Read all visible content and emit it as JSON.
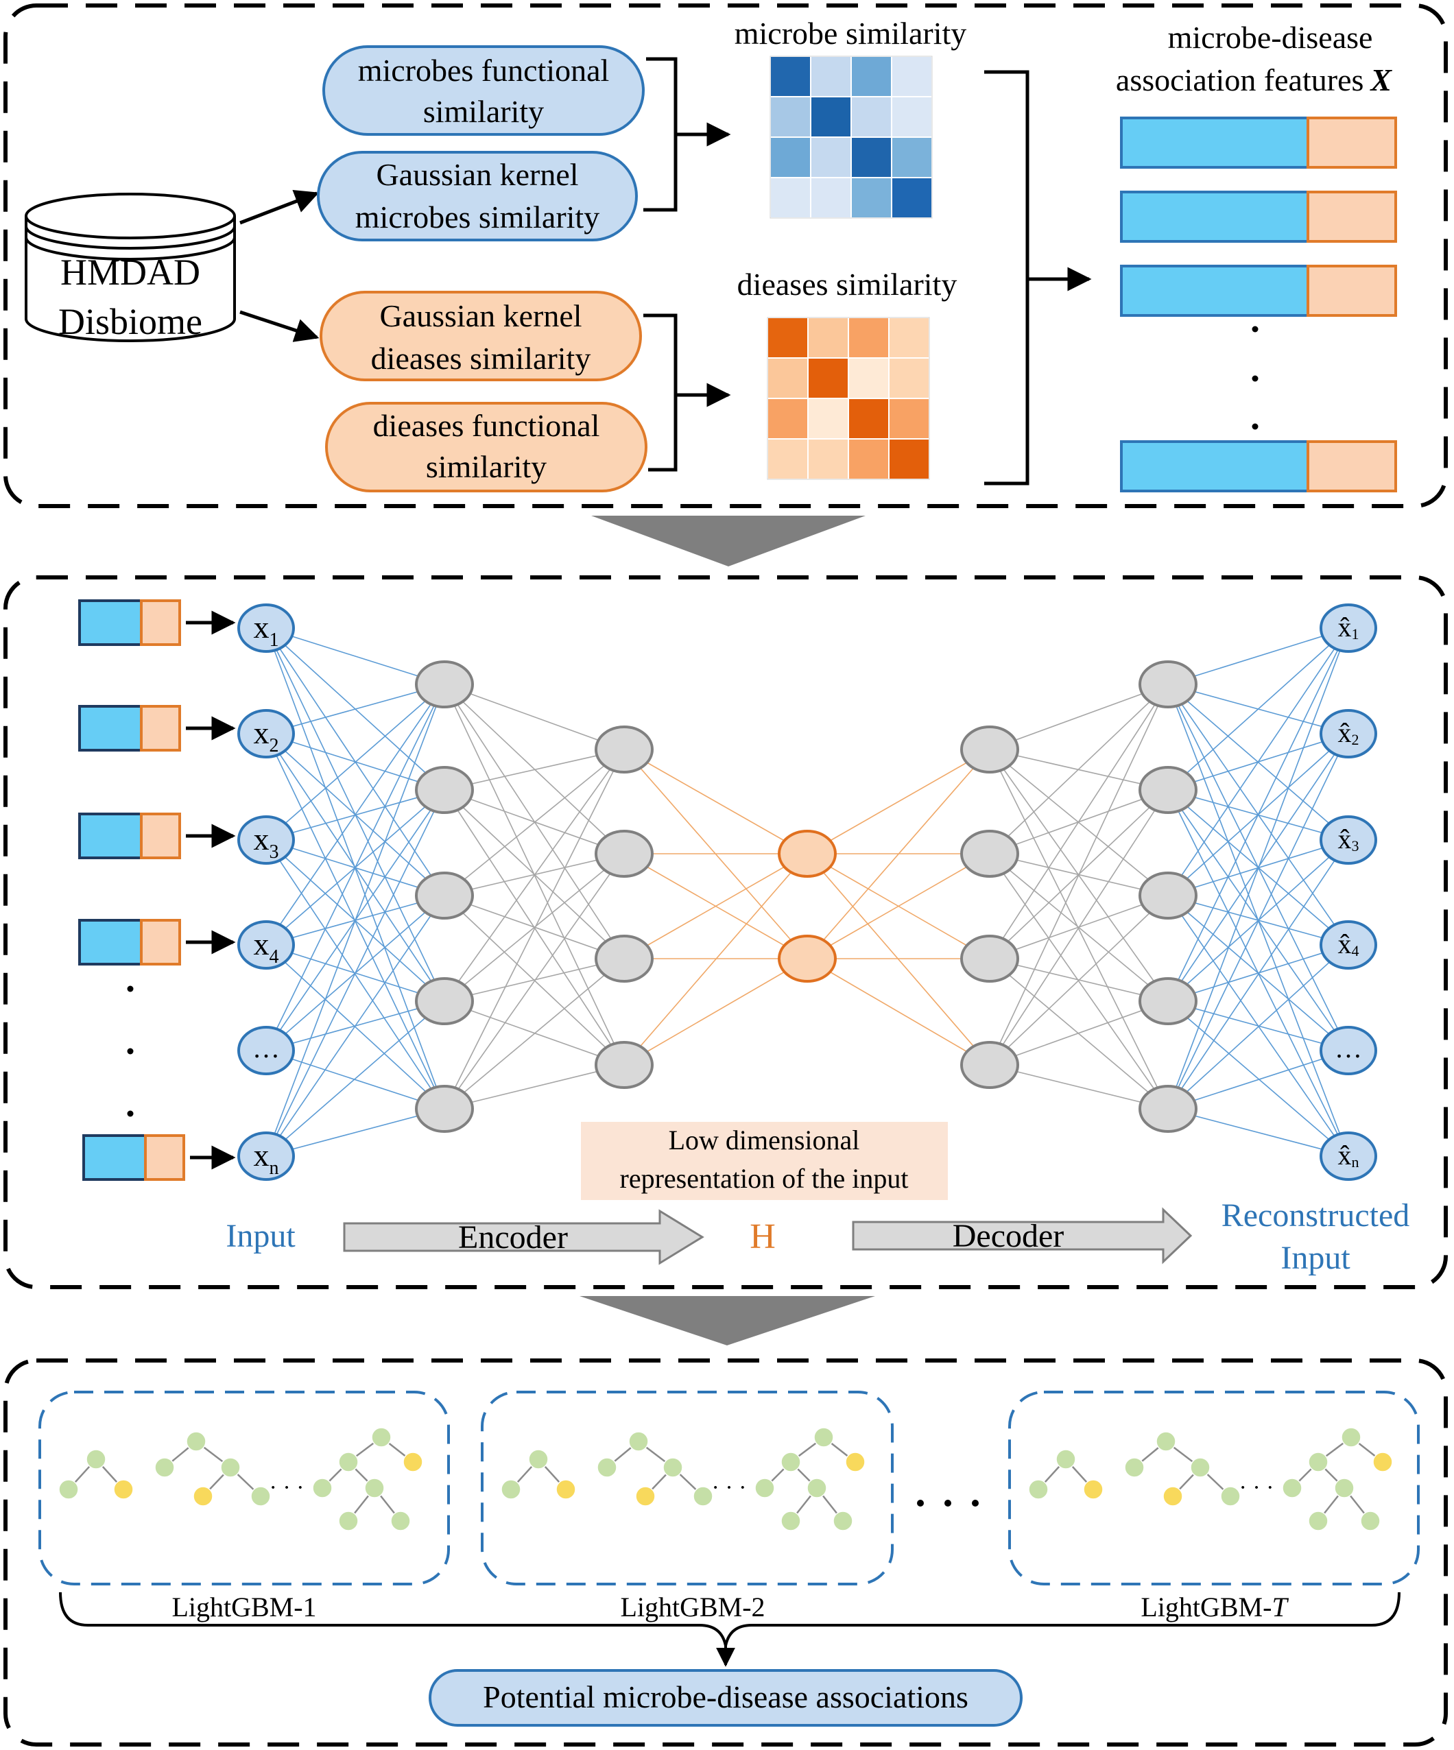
{
  "panel1": {
    "sources": [
      "HMDAD",
      "Disbiome"
    ],
    "microbe_inputs": [
      [
        "microbes functional",
        "similarity"
      ],
      [
        "Gaussian kernel",
        "microbes similarity"
      ]
    ],
    "disease_inputs": [
      [
        "Gaussian kernel",
        "dieases similarity"
      ],
      [
        "dieases functional",
        "similarity"
      ]
    ],
    "microbe_matrix_title": "microbe similarity",
    "disease_matrix_title": "dieases similarity",
    "features_title": [
      "microbe-disease",
      "association features"
    ],
    "features_symbol": "X",
    "microbe_matrix_colors": [
      [
        "#2167ae",
        "#c5d9ef",
        "#6ea9d6",
        "#dae6f5"
      ],
      [
        "#a7c8e6",
        "#1c63aa",
        "#c5d9ef",
        "#dbe7f5"
      ],
      [
        "#6ea9d6",
        "#c5d9ef",
        "#1f65ac",
        "#7bb2da"
      ],
      [
        "#dbe7f5",
        "#dae6f5",
        "#7bb2da",
        "#1f67b2"
      ]
    ],
    "disease_matrix_colors": [
      [
        "#e5650f",
        "#fbc79a",
        "#f8a264",
        "#fdd6b2"
      ],
      [
        "#fbc79a",
        "#e35f0b",
        "#feead6",
        "#fdd6b2"
      ],
      [
        "#f8a264",
        "#feead6",
        "#e35f0b",
        "#f8a264"
      ],
      [
        "#fdd6b2",
        "#fdd6b2",
        "#f8a264",
        "#e35f0b"
      ]
    ],
    "colors": {
      "microbe_fill": "#c6dbf1",
      "microbe_stroke": "#2e75b6",
      "disease_fill": "#fbd4b4",
      "disease_stroke": "#e07b2a",
      "feature_blue": "#66cdf5",
      "feature_orange": "#fbd2b4"
    }
  },
  "panel2": {
    "input_nodes": [
      {
        "base": "x",
        "sub": "1"
      },
      {
        "base": "x",
        "sub": "2"
      },
      {
        "base": "x",
        "sub": "3"
      },
      {
        "base": "x",
        "sub": "4"
      },
      {
        "base": "…",
        "sub": ""
      },
      {
        "base": "x",
        "sub": "n"
      }
    ],
    "output_nodes": [
      {
        "base": "x̂",
        "sub": "1"
      },
      {
        "base": "x̂",
        "sub": "2"
      },
      {
        "base": "x̂",
        "sub": "3"
      },
      {
        "base": "x̂",
        "sub": "4"
      },
      {
        "base": "…",
        "sub": ""
      },
      {
        "base": "x̂",
        "sub": "n"
      }
    ],
    "low_dim_note": [
      "Low dimensional",
      "representation of the input"
    ],
    "input_label": "Input",
    "encoder_label": "Encoder",
    "h_label": "H",
    "decoder_label": "Decoder",
    "reconstructed_label": [
      "Reconstructed",
      "Input"
    ],
    "colors": {
      "io_node_fill": "#c6dbf1",
      "io_node_stroke": "#2e75b6",
      "hidden_fill": "#d9d9d9",
      "hidden_stroke": "#808080",
      "code_fill": "#fbd4b4",
      "code_stroke": "#e0701f",
      "blue_edge": "#5b9bd5",
      "gray_edge": "#a6a6a6",
      "orange_edge": "#f0a868",
      "label_blue": "#2e75b6",
      "label_orange": "#e07b2a"
    }
  },
  "panel3": {
    "models": [
      "LightGBM-1",
      "LightGBM-2",
      "LightGBM-"
    ],
    "model_t_italic": "T",
    "output_label": "Potential microbe-disease associations",
    "colors": {
      "tree_green": "#c5dfa7",
      "tree_yellow": "#f8d95c",
      "tree_edge": "#8a8a8a",
      "box_dash": "#2e75b6",
      "output_fill": "#c6dbf1"
    }
  }
}
